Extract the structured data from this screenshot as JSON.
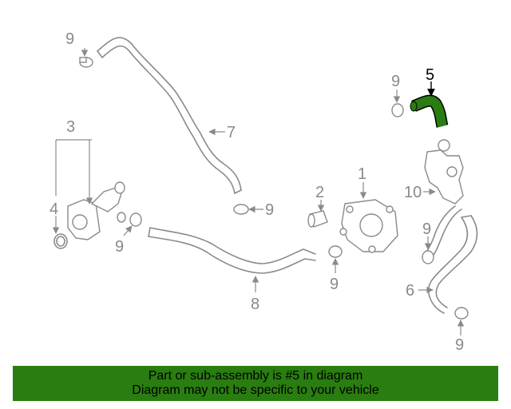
{
  "callouts": {
    "c1": "1",
    "c2": "2",
    "c3": "3",
    "c4": "4",
    "c5": "5",
    "c6": "6",
    "c7": "7",
    "c8": "8",
    "c9": "9",
    "c10": "10"
  },
  "highlight_color": "#2a7d10",
  "banner": {
    "line1": "Part or sub-assembly is #5 in diagram",
    "line2": "Diagram may not be specific to your vehicle"
  }
}
